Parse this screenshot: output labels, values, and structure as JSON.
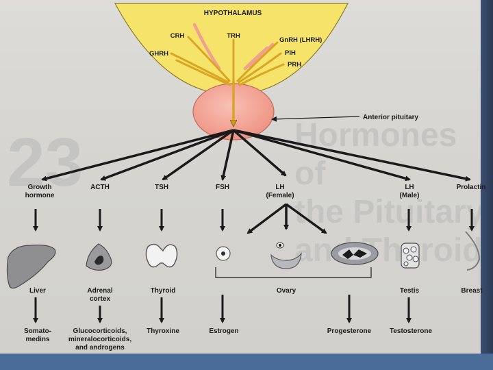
{
  "hypothalamus": {
    "title": "HYPOTHALAMUS",
    "releasing_hormones": [
      "CRH",
      "TRH",
      "GnRH (LHRH)",
      "GHRH",
      "PIH",
      "PRH"
    ]
  },
  "pituitary": {
    "label": "Anterior pituitary"
  },
  "hormones": [
    {
      "line1": "Growth",
      "line2": "hormone"
    },
    {
      "line1": "ACTH",
      "line2": ""
    },
    {
      "line1": "TSH",
      "line2": ""
    },
    {
      "line1": "FSH",
      "line2": ""
    },
    {
      "line1": "LH",
      "line2": "(Female)"
    },
    {
      "line1": "LH",
      "line2": "(Male)"
    },
    {
      "line1": "Prolactin",
      "line2": ""
    }
  ],
  "targets": [
    {
      "line1": "Liver",
      "line2": ""
    },
    {
      "line1": "Adrenal",
      "line2": "cortex"
    },
    {
      "line1": "Thyroid",
      "line2": ""
    },
    {
      "line1": "Ovary",
      "line2": ""
    },
    {
      "line1": "Testis",
      "line2": ""
    },
    {
      "line1": "Breast",
      "line2": ""
    }
  ],
  "products": [
    {
      "lines": [
        "Somato-",
        "medins"
      ]
    },
    {
      "lines": [
        "Glucocorticoids,",
        "mineralocorticoids,",
        "and androgens"
      ]
    },
    {
      "lines": [
        "Thyroxine"
      ]
    },
    {
      "lines": [
        "Estrogen"
      ]
    },
    {
      "lines": [
        "Progesterone"
      ]
    },
    {
      "lines": [
        "Testosterone"
      ]
    }
  ],
  "colors": {
    "hypothalamus": "#f6e36a",
    "pituitary": "#f2a59a",
    "arrow": "#1a1a1a",
    "bottom_bar": "#4a6d97"
  }
}
